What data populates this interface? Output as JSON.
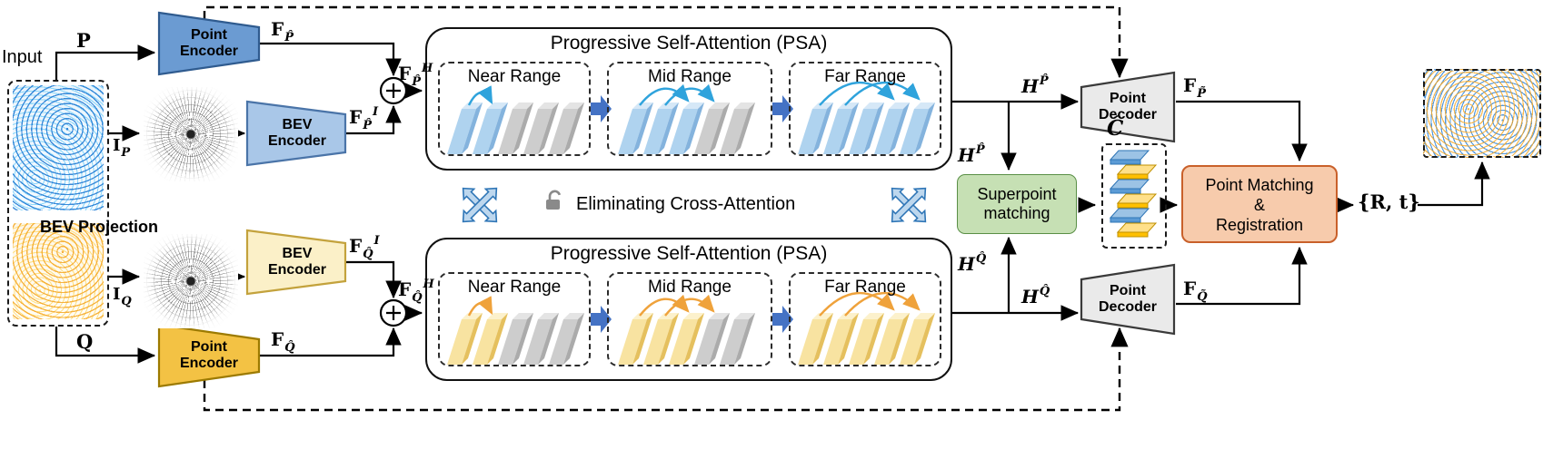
{
  "input": {
    "title": "Input",
    "p": "P",
    "q": "Q",
    "bev_projection": "BEV Projection",
    "i_p": {
      "base": "I",
      "sub": "P"
    },
    "i_q": {
      "base": "I",
      "sub": "Q"
    }
  },
  "encoders": {
    "point_top": {
      "line1": "Point",
      "line2": "Encoder"
    },
    "bev_top": {
      "line1": "BEV",
      "line2": "Encoder"
    },
    "bev_bottom": {
      "line1": "BEV",
      "line2": "Encoder"
    },
    "point_bottom": {
      "line1": "Point",
      "line2": "Encoder"
    }
  },
  "decoders": {
    "top": {
      "line1": "Point",
      "line2": "Decoder"
    },
    "bottom": {
      "line1": "Point",
      "line2": "Decoder"
    }
  },
  "features": {
    "f_p": {
      "base": "F",
      "sub": "P̂"
    },
    "f_p_i": {
      "base": "F",
      "sub": "P̂",
      "sup": "I"
    },
    "f_p_h": {
      "base": "F",
      "sub": "P̂",
      "sup": "H"
    },
    "f_q": {
      "base": "F",
      "sub": "Q̂"
    },
    "f_q_i": {
      "base": "F",
      "sub": "Q̂",
      "sup": "I"
    },
    "f_q_h": {
      "base": "F",
      "sub": "Q̂",
      "sup": "H"
    },
    "h_p": {
      "base": "H",
      "sup": "P̂"
    },
    "h_q": {
      "base": "H",
      "sup": "Q̂"
    },
    "f_p_tilde": {
      "base": "F",
      "sub": "P̃"
    },
    "f_q_tilde": {
      "base": "F",
      "sub": "Q̃"
    },
    "c_hat": "Ĉ"
  },
  "psa_top": {
    "title": "Progressive Self-Attention (PSA)",
    "ranges": [
      "Near Range",
      "Mid Range",
      "Far Range"
    ]
  },
  "psa_bottom": {
    "title": "Progressive Self-Attention (PSA)",
    "ranges": [
      "Near Range",
      "Mid Range",
      "Far Range"
    ]
  },
  "middle": {
    "label": "Eliminating Cross-Attention"
  },
  "superpoint": {
    "line1": "Superpoint",
    "line2": "matching"
  },
  "registration": {
    "line1": "Point Matching",
    "line2": "&",
    "line3": "Registration"
  },
  "output": {
    "rt": "{R, t}"
  },
  "icons": {
    "add_top": "circle-plus",
    "add_bottom": "circle-plus",
    "lock": "open-padlock",
    "cross_left": "crossed-arrows-blocked",
    "cross_right": "crossed-arrows-blocked"
  },
  "colors": {
    "encoder_point_top": "#6B9BD2",
    "encoder_bev_top": "#A9C7E8",
    "encoder_bev_bottom": "#FBF0C8",
    "encoder_point_bottom": "#F3C244",
    "decoder": "#EAEAEA",
    "psa_bar_blue": "#AFD3EF",
    "psa_bar_gray": "#CDCDCD",
    "psa_bar_yellow": "#F8E3A1",
    "arc_blue": "#2FA3DC",
    "arc_orange": "#EFA23B",
    "transition_arrow": "#4472C4",
    "superpoint_fill": "#C6E0B4",
    "registration_fill": "#F7CBAC",
    "correspondence_blue": "#5B9BD5",
    "correspondence_yellow": "#FFC000"
  }
}
